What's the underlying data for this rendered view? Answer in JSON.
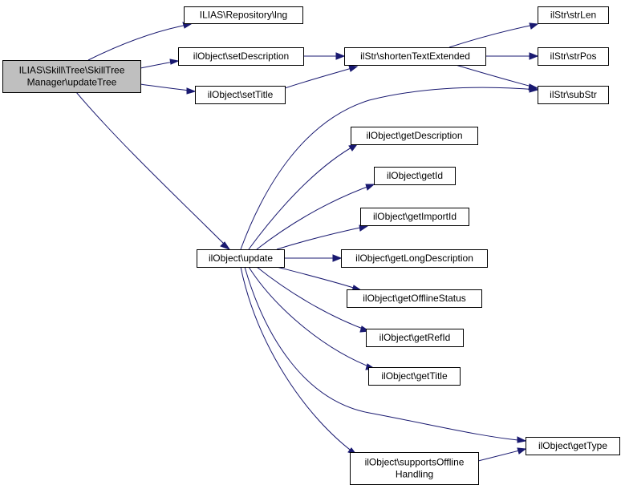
{
  "diagram": {
    "type": "call-graph",
    "colors": {
      "edge": "#191970",
      "root_fill": "#bfbfbf",
      "node_fill": "#ffffff",
      "border": "#000000"
    },
    "nodes": [
      {
        "id": "root",
        "lines": [
          "ILIAS\\Skill\\Tree\\SkillTree",
          "Manager\\updateTree"
        ],
        "root": true
      },
      {
        "id": "repo_lng",
        "lines": [
          "ILIAS\\Repository\\lng"
        ]
      },
      {
        "id": "set_description",
        "lines": [
          "ilObject\\setDescription"
        ]
      },
      {
        "id": "set_title",
        "lines": [
          "ilObject\\setTitle"
        ]
      },
      {
        "id": "shorten",
        "lines": [
          "ilStr\\shortenTextExtended"
        ]
      },
      {
        "id": "strlen",
        "lines": [
          "ilStr\\strLen"
        ]
      },
      {
        "id": "strpos",
        "lines": [
          "ilStr\\strPos"
        ]
      },
      {
        "id": "substr",
        "lines": [
          "ilStr\\subStr"
        ]
      },
      {
        "id": "update",
        "lines": [
          "ilObject\\update"
        ]
      },
      {
        "id": "get_description",
        "lines": [
          "ilObject\\getDescription"
        ]
      },
      {
        "id": "get_id",
        "lines": [
          "ilObject\\getId"
        ]
      },
      {
        "id": "get_import_id",
        "lines": [
          "ilObject\\getImportId"
        ]
      },
      {
        "id": "get_long_description",
        "lines": [
          "ilObject\\getLongDescription"
        ]
      },
      {
        "id": "get_offline_status",
        "lines": [
          "ilObject\\getOfflineStatus"
        ]
      },
      {
        "id": "get_ref_id",
        "lines": [
          "ilObject\\getRefId"
        ]
      },
      {
        "id": "get_title",
        "lines": [
          "ilObject\\getTitle"
        ]
      },
      {
        "id": "get_type",
        "lines": [
          "ilObject\\getType"
        ]
      },
      {
        "id": "supports_offline",
        "lines": [
          "ilObject\\supportsOffline",
          "Handling"
        ]
      }
    ],
    "edges": [
      {
        "from": "root",
        "to": "repo_lng"
      },
      {
        "from": "root",
        "to": "set_description"
      },
      {
        "from": "root",
        "to": "set_title"
      },
      {
        "from": "root",
        "to": "update"
      },
      {
        "from": "set_description",
        "to": "shorten"
      },
      {
        "from": "set_title",
        "to": "shorten"
      },
      {
        "from": "shorten",
        "to": "strlen"
      },
      {
        "from": "shorten",
        "to": "strpos"
      },
      {
        "from": "shorten",
        "to": "substr"
      },
      {
        "from": "update",
        "to": "substr"
      },
      {
        "from": "update",
        "to": "get_description"
      },
      {
        "from": "update",
        "to": "get_id"
      },
      {
        "from": "update",
        "to": "get_import_id"
      },
      {
        "from": "update",
        "to": "get_long_description"
      },
      {
        "from": "update",
        "to": "get_offline_status"
      },
      {
        "from": "update",
        "to": "get_ref_id"
      },
      {
        "from": "update",
        "to": "get_title"
      },
      {
        "from": "update",
        "to": "get_type"
      },
      {
        "from": "update",
        "to": "supports_offline"
      },
      {
        "from": "supports_offline",
        "to": "get_type"
      }
    ]
  }
}
